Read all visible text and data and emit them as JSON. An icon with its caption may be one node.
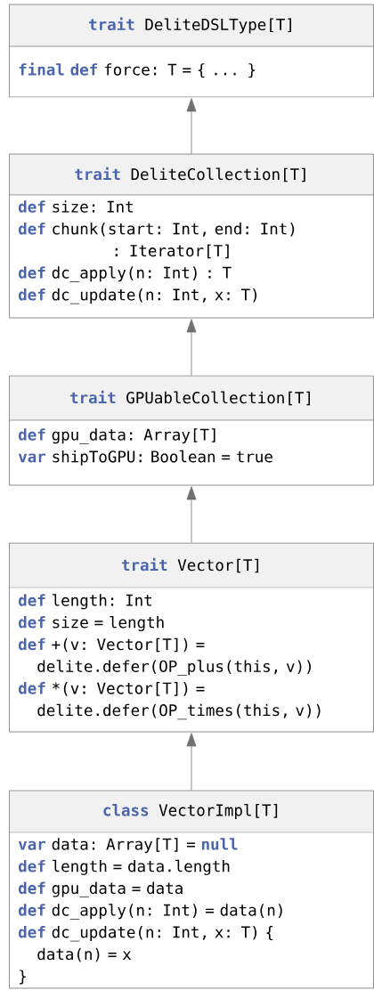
{
  "diagram": {
    "nodes": [
      {
        "text": [
          "**trait** DeliteDSLType[T]",
          "**final def** force: T = { ... }"
        ]
      },
      {
        "text": [
          "**trait** DeliteCollection[T]",
          "**def** size: Int",
          "**def** chunk(start: Int, end: Int) : Iterator[T]",
          "**def** dc_apply(n: Int) : T",
          "**def** dc_update(n: Int, x: T)"
        ]
      },
      {
        "text": [
          "**trait** GPUableCollection[T]",
          "**def** gpu_data: Array[T]",
          "**var** shipToGPU: Boolean = true"
        ]
      },
      {
        "text": [
          "**trait** Vector[T]",
          "**def** length: Int",
          "**def** size = length",
          "**def** +(v: Vector[T]) = delite.defer(OP_plus(this, v))",
          "**def** *(v: Vector[T]) = delite.defer(OP_times(this, v))"
        ]
      },
      {
        "text": [
          "**class** VectorImpl[T]",
          "**var** data: Array[T] = **null**",
          "**def** length = data.length",
          "**def** gpu_data = data",
          "**def** dc_apply(n: Int) = data(n)",
          "**def** dc_update(n: Int, x: T) {",
          "data(n) = x",
          "}"
        ]
      }
    ],
    "edges": [
      {
        "from": 1,
        "to": 0,
        "arrow": "to"
      },
      {
        "from": 2,
        "to": 1,
        "arrow": "to"
      },
      {
        "from": 3,
        "to": 2,
        "arrow": "to"
      },
      {
        "from": 4,
        "to": 3,
        "arrow": "to"
      }
    ]
  }
}
